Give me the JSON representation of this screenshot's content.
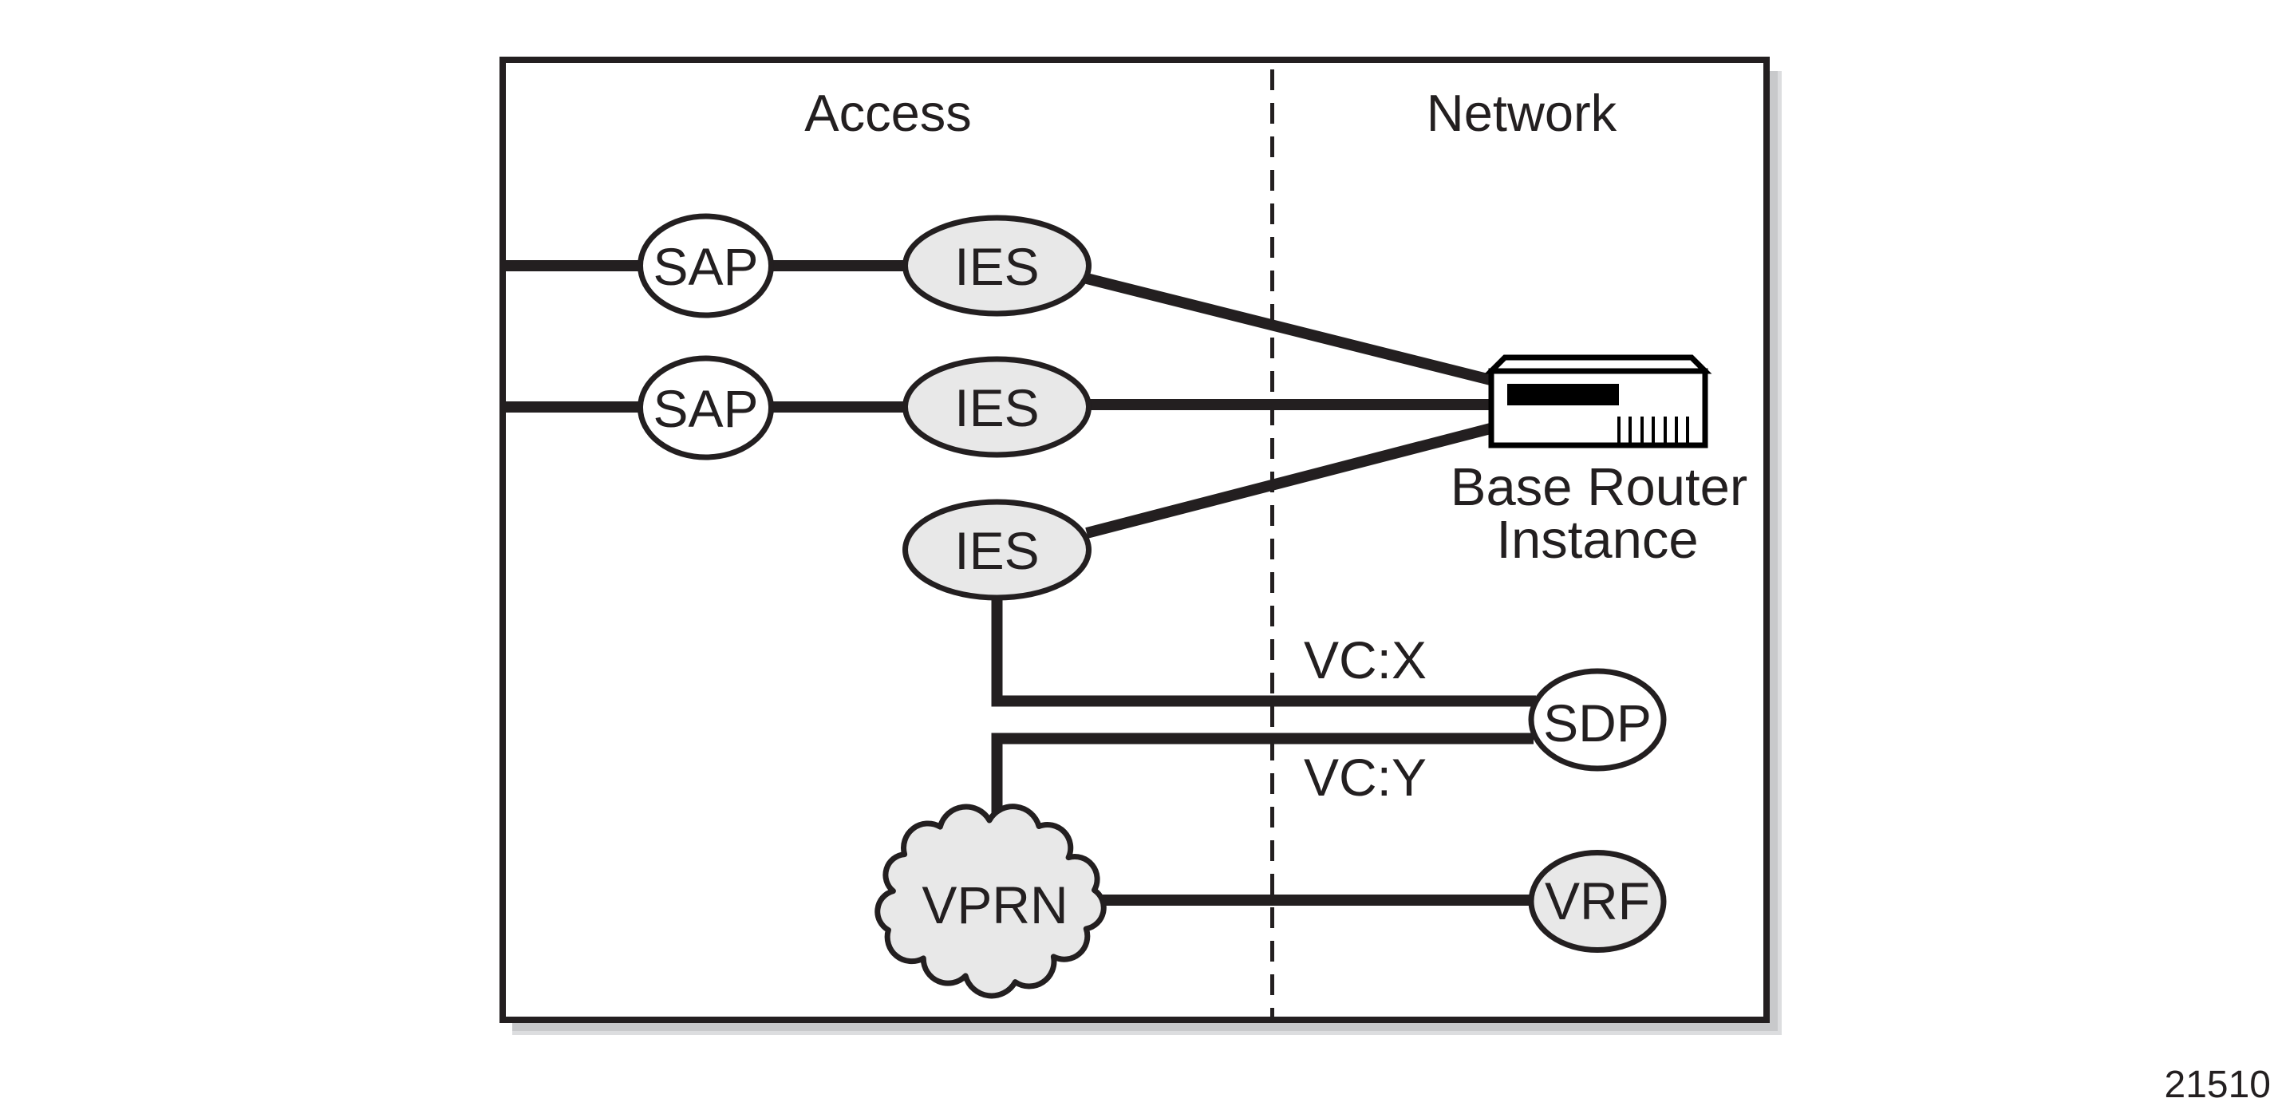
{
  "figure_id": "21510",
  "zones": {
    "access": "Access",
    "network": "Network"
  },
  "nodes": {
    "sap_1": "SAP",
    "sap_2": "SAP",
    "ies_1": "IES",
    "ies_2": "IES",
    "ies_3": "IES",
    "sdp": "SDP",
    "vprn": "VPRN",
    "vrf": "VRF"
  },
  "router": {
    "label_line1": "Base Router",
    "label_line2": "Instance"
  },
  "links": {
    "vc_x": "VC:X",
    "vc_y": "VC:Y"
  },
  "colors": {
    "ink": "#231f20",
    "node_fill_service": "#e8e8e8",
    "node_fill_plain": "#ffffff",
    "shadow_inner": "#c8c9cb",
    "shadow_outer": "#dcdddf"
  }
}
